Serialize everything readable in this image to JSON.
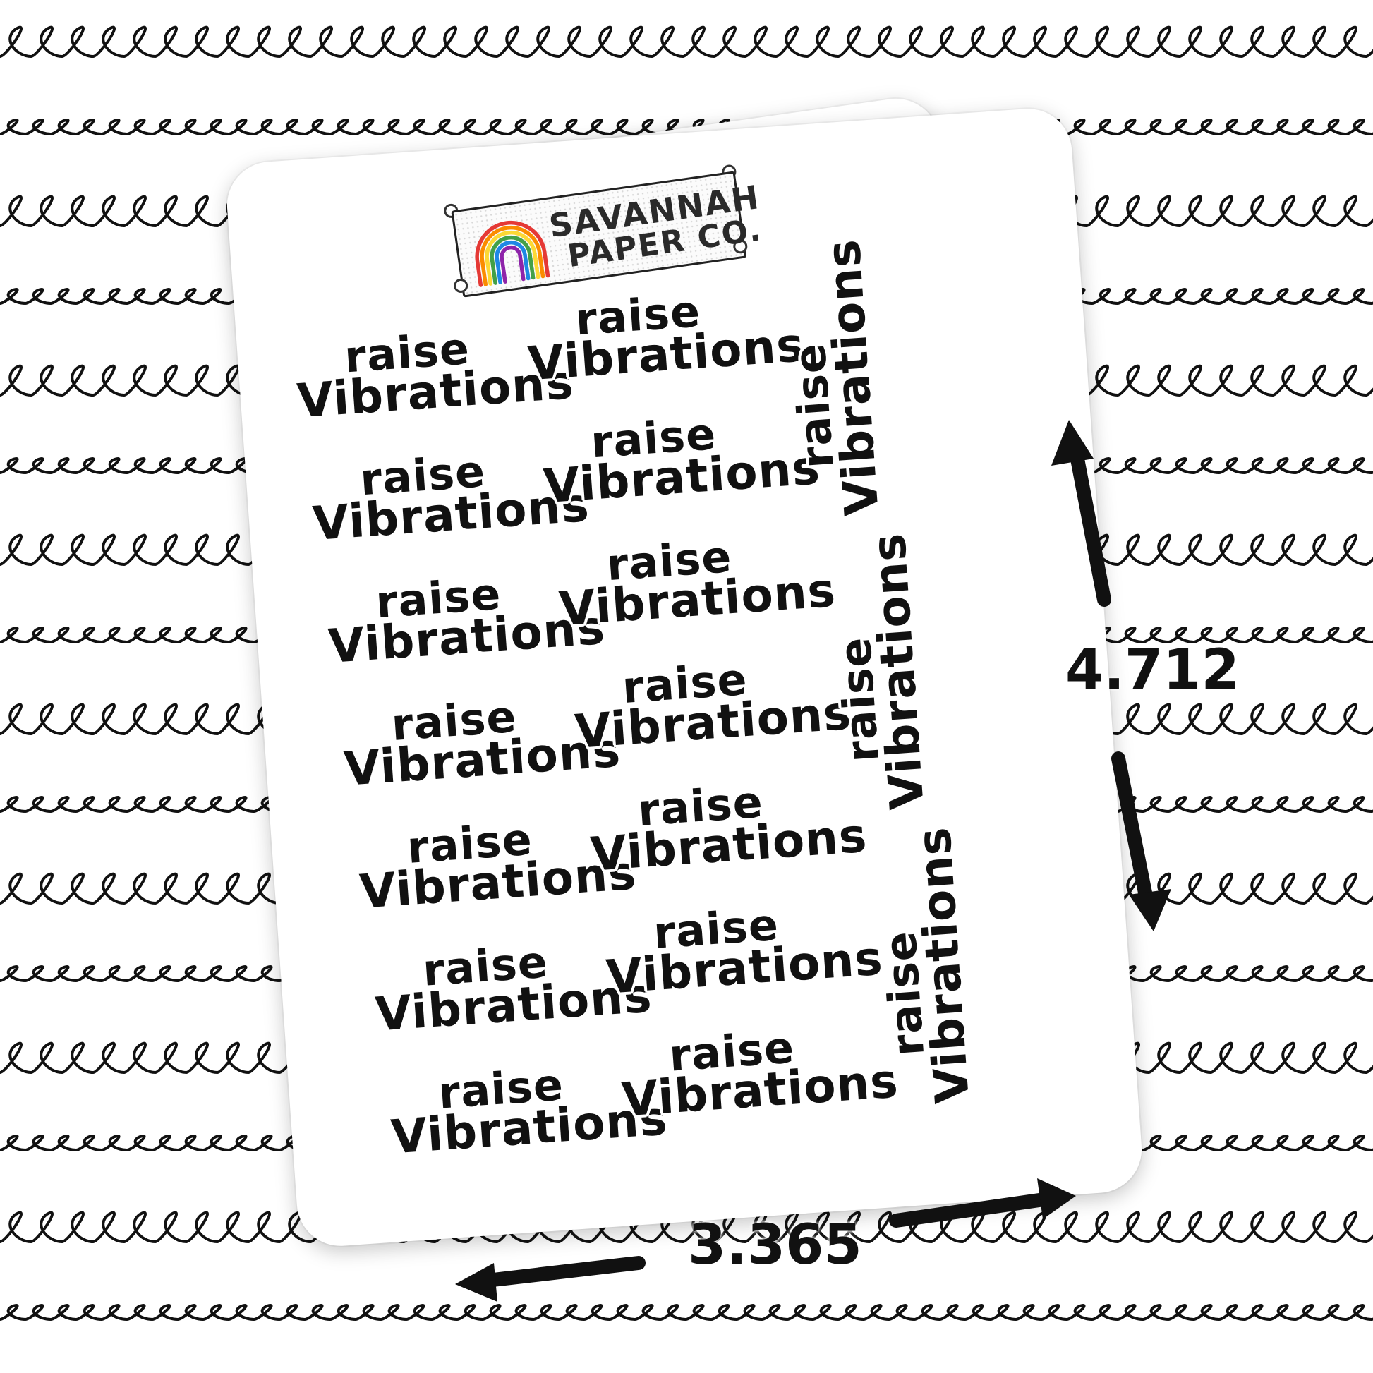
{
  "brand": {
    "line1": "SAVANNAH",
    "line2": "PAPER CO.",
    "rainbow_colors": [
      "#e53935",
      "#fb8c00",
      "#fdd835",
      "#43a047",
      "#1e88e5",
      "#8e24aa"
    ]
  },
  "sticker": {
    "word1": "raise",
    "word2": "Vibrations"
  },
  "dimensions": {
    "height": "4.712",
    "width": "3.365"
  },
  "colors": {
    "ink": "#111111",
    "background": "#ffffff"
  }
}
